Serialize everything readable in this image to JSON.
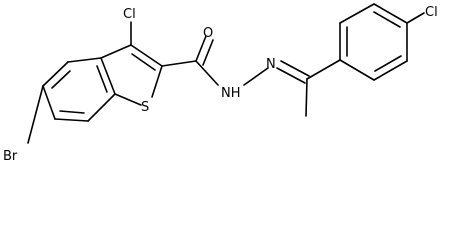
{
  "molecule": {
    "atom_labels": {
      "cl_top": "Cl",
      "o_carbonyl": "O",
      "s_ring": "S",
      "br": "Br",
      "nh": "NH",
      "n_imine": "N",
      "cl_right": "Cl"
    }
  }
}
